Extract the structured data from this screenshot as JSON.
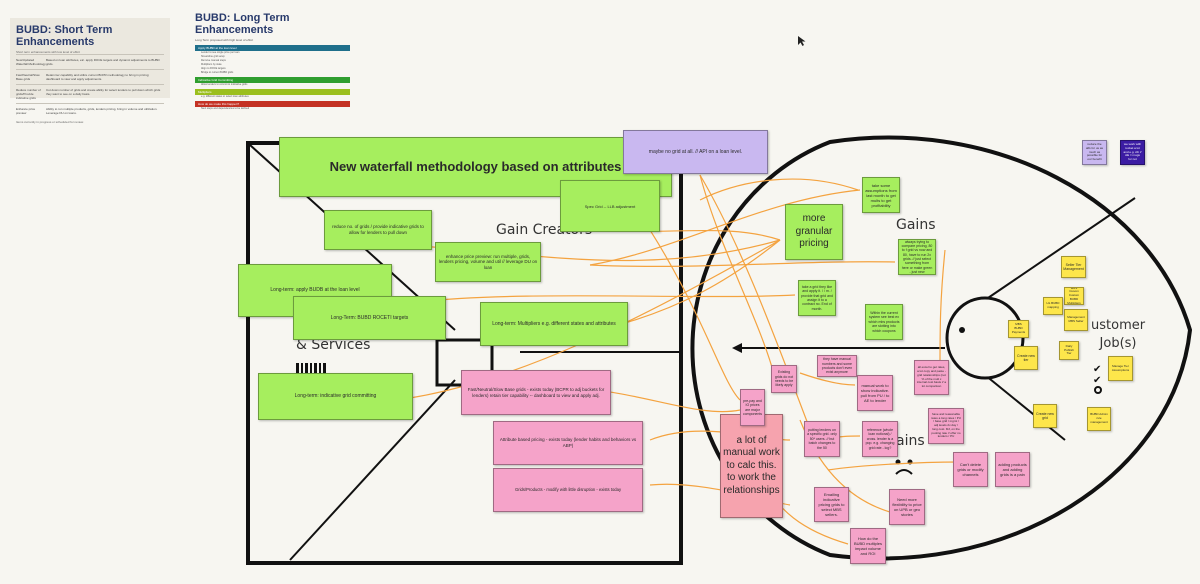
{
  "documents": {
    "short_term": {
      "title": "BUBD: Short Term Enhancements",
      "subtitle": "Short term enhancements with low level of effort",
      "rows": [
        {
          "key": "New/Updated Waterfall Methodology",
          "value": "Based on loan attributes, etc. apply ROCE targets and dynamic adjustments to BUBD grids."
        },
        {
          "key": "Fast/Neutral/Slow Base grids",
          "value": "Retain tier capability and utilize current BCPR methodology to bring in pricing; dashboard to view and apply adjustments."
        },
        {
          "key": "Reduce number of grids/Provide indicative grids",
          "value": "Cut down number of grids and create ability for select lenders to pull down which grids they want to see on a daily basis."
        },
        {
          "key": "Enhance price preview",
          "value": "Ability to run multiple products, grids, lenders pricing, bring in volume and utilization. Leverage DU on loans."
        }
      ],
      "footnote": "Items currently in progress or scheduled for review."
    },
    "long_term": {
      "title": "BUBD: Long Term Enhancements",
      "subtitle": "Long Term proposed with high level of effort",
      "sections": [
        {
          "label": "Apply BUBD at the loan level",
          "color": "#1f6f8b",
          "bullets": [
            "Lender to see single price per loan",
            "Streamline grid setup",
            "Remove manual steps",
            "Multipliers by state",
            "Align to ROCE targets",
            "Bridge to current BUBD grids"
          ]
        },
        {
          "label": "Indicative Grid Committing",
          "color": "#2f9e2f",
          "bullets": [
            "Allow lenders to commit to indicative grids"
          ]
        },
        {
          "label": "Multipliers",
          "color": "#9bbf1e",
          "bullets": [
            "e.g. different states or select loan attributes"
          ]
        },
        {
          "label": "How do we make this happen?",
          "color": "#c43224",
          "bullets": [
            "Next steps and dependencies to be defined"
          ]
        }
      ]
    }
  },
  "canvas": {
    "section_labels": {
      "gain_creators": "Gain Creators",
      "products_services": "& Services",
      "gains": "Gains",
      "pains": "ains",
      "customer_jobs": "ustomer\nJob(s)"
    }
  },
  "notes": {
    "left_square": [
      {
        "id": "waterfall",
        "text": "New waterfall methodology based on attributes",
        "color": "green"
      },
      {
        "id": "spec-grid",
        "text": "Spec Grid -- LLB adjustment",
        "color": "green"
      },
      {
        "id": "no-grid",
        "text": "maybe no grid at all. // API on a loan level.",
        "color": "purple"
      },
      {
        "id": "reduce-grids",
        "text": "reduce no. of grids / provide indicative grids to allow for lenders to pull down",
        "color": "green"
      },
      {
        "id": "price-preview",
        "text": "enhance price preview: run multiple, grids, lenders pricing, volume and util // leverage DU on loan",
        "color": "green"
      },
      {
        "id": "loan-level",
        "text": "Long-term: apply BUDB at the loan level",
        "color": "green"
      },
      {
        "id": "roce",
        "text": "Long-Term: BUBD ROCETI targets",
        "color": "green"
      },
      {
        "id": "multipliers",
        "text": "Long-term: Multipliers e.g. different states and attributes",
        "color": "green"
      },
      {
        "id": "indicative-commit",
        "text": "Long-term: indicative grid committing",
        "color": "green"
      },
      {
        "id": "fast-neutral",
        "text": "Fast/Neutral/Slow Base grids - exists today (BCPR to adj buckets for lenders) retain tier capability -- dashboard to view and apply adj.",
        "color": "pink"
      },
      {
        "id": "attr-pricing",
        "text": "Attribute based pricing - exists today (lender habits and behaviors vs ABP)",
        "color": "pink"
      },
      {
        "id": "grids-products",
        "text": "Grids/Products - modify with little disruption - exists today",
        "color": "pink"
      }
    ],
    "gains": [
      {
        "id": "granular",
        "text": "more granular pricing",
        "color": "green"
      },
      {
        "id": "assumptions",
        "text": "take some assumptions from last month to get mults to get profitability",
        "color": "green"
      },
      {
        "id": "always-trying",
        "text": "always trying to compare pricing, 80 to f grid vs now and 80, have to run 2x grids. // just select something from here or make green - just new",
        "color": "green"
      },
      {
        "id": "take-grid",
        "text": "take a grid they like and apply it. / / m. / provide that grid and assign it to a contract no. End of month.",
        "color": "green"
      },
      {
        "id": "within-system",
        "text": "Within the current system see best ex which mbs products are slotting into which coupons",
        "color": "green"
      }
    ],
    "pains": [
      {
        "id": "manual-calc",
        "text": "a lot of manual work to calc this. to work the relationships",
        "color": "salmon"
      },
      {
        "id": "pre-pay",
        "text": "pre-pay and IO prices are major components",
        "color": "pink"
      },
      {
        "id": "existing-grids",
        "text": "Existing grids do not needs to be likely apply",
        "color": "pink"
      },
      {
        "id": "manual-refs",
        "text": "they have manual numbers and some products don't even exist anymore",
        "color": "pink"
      },
      {
        "id": "manual-show",
        "text": "manual work to show indicative. pull from PU / to AE to lender",
        "color": "pink"
      },
      {
        "id": "putting-lenders",
        "text": "putting lenders on a specific grid. only 50* users. // but batch changes to the 50",
        "color": "pink"
      },
      {
        "id": "reference",
        "text": "reference (whole loan notional) / cross. lender is a pop. e.g. changing grid rate - log?",
        "color": "pink"
      },
      {
        "id": "excel",
        "text": "all excel to get rates, a lot copy and paste - grid relationships (not % of the mult x internal cost basis // a lot comparison",
        "color": "pink"
      },
      {
        "id": "have-and",
        "text": "have and reasonable rates a long rates / PU / base grid / mgmt / adj levels 2x day / long cost. MJ, on the pooling rate // offer no lenders / PU",
        "color": "pink"
      },
      {
        "id": "cant-delete",
        "text": "Can't delete grids or modify channels",
        "color": "pink"
      },
      {
        "id": "adding-products",
        "text": "adding products and adding grids is a pain",
        "color": "pink"
      },
      {
        "id": "emailing",
        "text": "Emailing indicative pricing grids to select MBS sellers.",
        "color": "pink"
      },
      {
        "id": "flexibility",
        "text": "Need more flexibility to price on UPB or geo stories",
        "color": "pink"
      },
      {
        "id": "multiples",
        "text": "How do the BUBD multiples impact volume and ROI",
        "color": "pink"
      }
    ],
    "jobs": [
      {
        "id": "reduce-alfs",
        "text": "reduce the alfs for us as much as possible for our benefit",
        "color": "purple"
      },
      {
        "id": "rocket",
        "text": "we work with rocket a lot and e.g. cib // AE = mugs for not",
        "color": "navy"
      },
      {
        "id": "seller-tier",
        "text": "Seller Tier Management",
        "color": "yellow"
      },
      {
        "id": "custom-bubd",
        "text": "MBS Cusom Custom BUBD Multipliers",
        "color": "yellow"
      },
      {
        "id": "hl-bubd",
        "text": "HL BUBD mapping",
        "color": "yellow"
      },
      {
        "id": "mgmt-sellers",
        "text": "Management MBS Seller",
        "color": "yellow"
      },
      {
        "id": "mbs-payments",
        "text": "MBS BUBD Payments",
        "color": "yellow"
      },
      {
        "id": "daily-publish",
        "text": "Daily Publish Tier",
        "color": "yellow"
      },
      {
        "id": "create-new-tier",
        "text": "Create new tier",
        "color": "yellow"
      },
      {
        "id": "manage-tier",
        "text": "Manage Tier Assumptions",
        "color": "yellow"
      },
      {
        "id": "create-new-grid",
        "text": "Create new grid",
        "color": "yellow"
      },
      {
        "id": "bubd-rule",
        "text": "BUBD Admin rule management",
        "color": "yellow"
      }
    ]
  }
}
